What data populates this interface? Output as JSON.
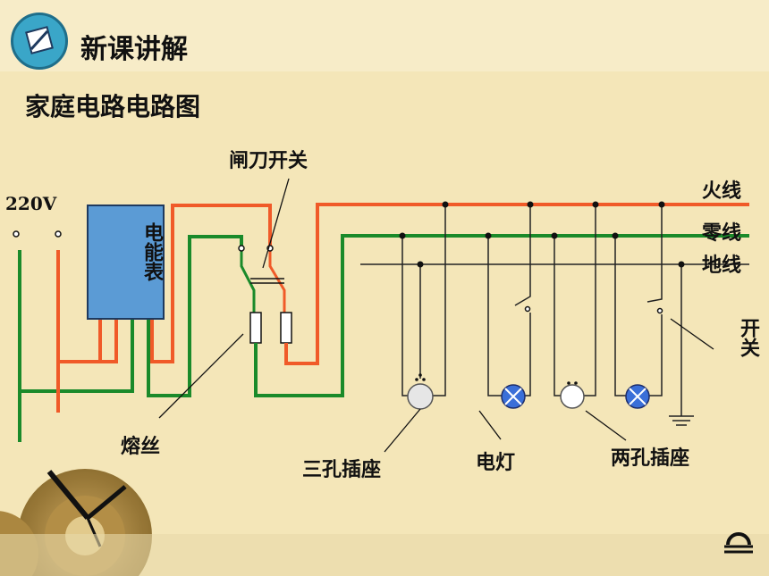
{
  "header": {
    "title": "新课讲解"
  },
  "slide": {
    "subtitle": "家庭电路电路图"
  },
  "labels": {
    "voltage": "220V",
    "meter": "电能表",
    "knife_switch": "闸刀开关",
    "live_wire": "火线",
    "neutral_wire": "零线",
    "ground_wire": "地线",
    "switch": "开关",
    "fuse": "熔丝",
    "three_hole_socket": "三孔插座",
    "lamp": "电灯",
    "two_hole_socket": "两孔插座"
  },
  "colors": {
    "live": "#f05a28",
    "neutral": "#1a8a2a",
    "ground": "#222222",
    "meter": "#5b9bd5"
  },
  "nav": {
    "icon": "library-balance-icon"
  }
}
